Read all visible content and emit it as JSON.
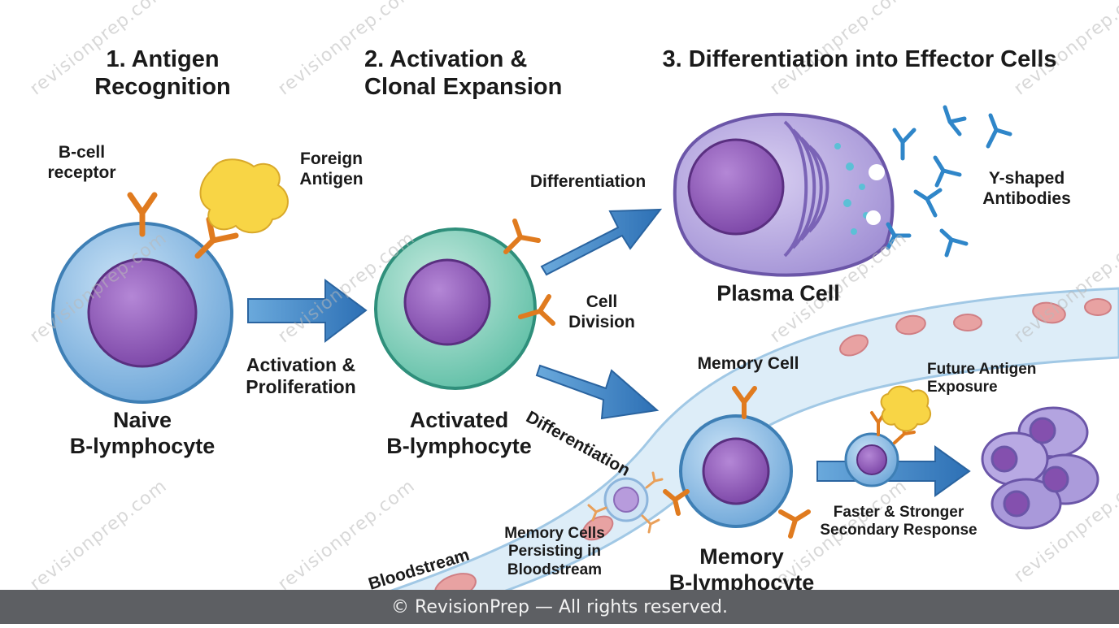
{
  "sections": {
    "s1": [
      "1. Antigen",
      "Recognition"
    ],
    "s2": [
      "2. Activation &",
      "Clonal Expansion"
    ],
    "s3": "3. Differentiation into Effector Cells"
  },
  "labels": {
    "bcell_receptor": [
      "B-cell",
      "receptor"
    ],
    "foreign_antigen": [
      "Foreign",
      "Antigen"
    ],
    "naive": [
      "Naive",
      "B-lymphocyte"
    ],
    "activation_arrow": [
      "Activation &",
      "Proliferation"
    ],
    "activated": [
      "Activated",
      "B-lymphocyte"
    ],
    "cell_division": [
      "Cell",
      "Division"
    ],
    "differentiation_top": "Differentiation",
    "differentiation_bottom": "Differentiation",
    "plasma_cell": "Plasma Cell",
    "antibodies": [
      "Y-shaped",
      "Antibodies"
    ],
    "memory_cell": "Memory Cell",
    "memory_b": [
      "Memory",
      "B-lymphocyte"
    ],
    "future_antigen": [
      "Future Antigen",
      "Exposure"
    ],
    "secondary_response": [
      "Faster & Stronger",
      "Secondary Response"
    ],
    "memory_persisting": [
      "Memory Cells",
      "Persisting in",
      "Bloodstream"
    ],
    "bloodstream": "Bloodstream"
  },
  "watermark": "revisionprep.com",
  "footer": "© RevisionPrep — All rights reserved.",
  "colors": {
    "nucleus": "#8e5bb4",
    "naive_cell": "#7fb2df",
    "activated_cell": "#72c7b1",
    "plasma_cell": "#a796d6",
    "arrow": "#3f86c8",
    "receptor": "#f08c2a",
    "antigen": "#f7d349",
    "antibody": "#2f86c9",
    "bloodstream": "#d8ebf6",
    "rbc": "#e7a3a3"
  }
}
